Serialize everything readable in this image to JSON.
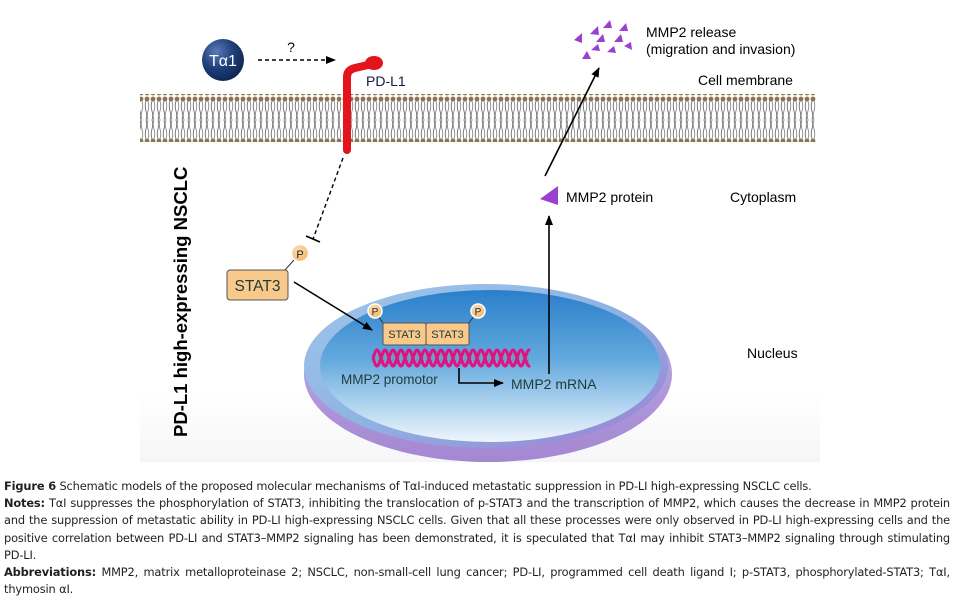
{
  "figure": {
    "side_label": "PD-L1 high-expressing NSCLC",
    "ta1_label": "Tα1",
    "question_mark": "?",
    "pdl1_label": "PD-L1",
    "cell_membrane_label": "Cell membrane",
    "cytoplasm_label": "Cytoplasm",
    "nucleus_label": "Nucleus",
    "mmp2_release_line1": "MMP2 release",
    "mmp2_release_line2": "(migration and invasion)",
    "mmp2_protein_label": "MMP2 protein",
    "stat3_label": "STAT3",
    "stat3_dimer_left": "STAT3",
    "stat3_dimer_right": "STAT3",
    "phospho_label": "P",
    "promoter_label": "MMP2 promotor",
    "mrna_label": "MMP2 mRNA",
    "colors": {
      "pdl1": "#e3141b",
      "mmp2_triangle": "#9b3fd0",
      "stat3_fill": "#f8c98a",
      "dna": "#e0127f",
      "nucleus_top": "#2f86cf",
      "nucleus_rim": "#a98bd6",
      "ta1_ball": "#1b3a73"
    }
  },
  "caption": {
    "figure_number": "Figure 6",
    "title": "Schematic models of the proposed molecular mechanisms of TαI-induced metastatic suppression in PD-LI high-expressing NSCLC cells.",
    "notes_label": "Notes:",
    "notes_text": "TαI suppresses the phosphorylation of STAT3, inhibiting the translocation of p-STAT3 and the transcription of MMP2, which causes the decrease in MMP2 protein and the suppression of metastatic ability in PD-LI high-expressing NSCLC cells. Given that all these processes were only observed in PD-LI high-expressing cells and the positive correlation between PD-LI and STAT3–MMP2 signaling has been demonstrated, it is speculated that TαI may inhibit STAT3–MMP2 signaling through stimulating PD-LI.",
    "abbreviations_label": "Abbreviations:",
    "abbreviations_text": "MMP2, matrix metalloproteinase 2; NSCLC, non-small-cell lung cancer; PD-LI, programmed cell death ligand I; p-STAT3, phosphorylated-STAT3; TαI, thymosin αI."
  }
}
